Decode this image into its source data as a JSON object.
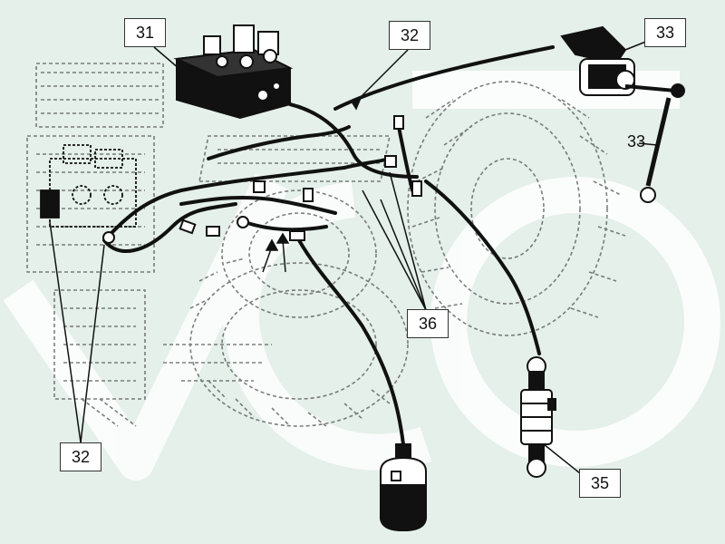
{
  "colors": {
    "background": "#e4f0e9",
    "watermark": "#ffffff",
    "hose": "#111111",
    "sketch": "#555555"
  },
  "callouts": {
    "c31": "31",
    "c32_top": "32",
    "c33_top": "33",
    "c33_link": "33",
    "c36": "36",
    "c32_bottom": "32",
    "c35": "35"
  }
}
